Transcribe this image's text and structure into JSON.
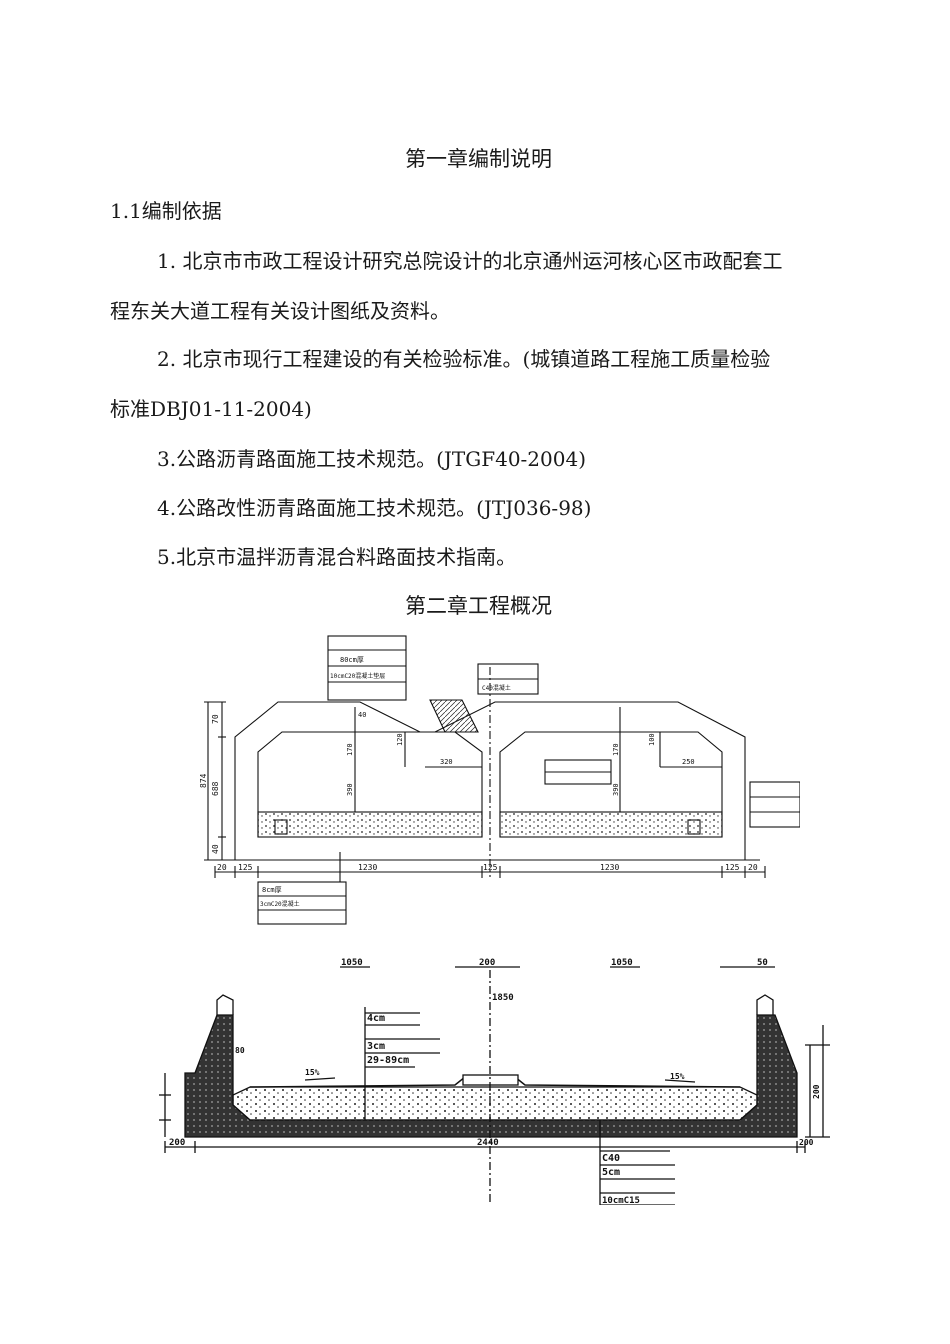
{
  "chapter1": {
    "title": "第一章编制说明",
    "section": "1.1编制依据",
    "items": [
      {
        "line1": "1. 北京市市政工程设计研究总院设计的北京通州运河核心区市政配套工",
        "line2": "程东关大道工程有关设计图纸及资料。"
      },
      {
        "line1": "2. 北京市现行工程建设的有关检验标准。(城镇道路工程施工质量检验",
        "line2": "标准DBJ01-11-2004)"
      },
      {
        "line1": "3.公路沥青路面施工技术规范。(JTGF40-2004)"
      },
      {
        "line1": "4.公路改性沥青路面施工技术规范。(JTJ036-98)"
      },
      {
        "line1": "5.北京市温拌沥青混合料路面技术指南。"
      }
    ]
  },
  "chapter2": {
    "title": "第二章工程概况"
  },
  "figure1": {
    "dim_bottom": [
      "20",
      "125",
      "1230",
      "125",
      "1230",
      "125",
      "20"
    ],
    "dim_left": [
      "874",
      "688",
      "70",
      "40"
    ],
    "dim_inner": [
      "170",
      "120",
      "390",
      "40",
      "320",
      "250",
      "100",
      "170",
      "390"
    ],
    "labels_top": [
      "80cm厚",
      "10cmC20混凝土垫层",
      "C40混凝土"
    ],
    "labels_bottom": [
      "8cm厚",
      "3cmC20混凝土"
    ]
  },
  "figure2": {
    "dim_top": [
      "1050",
      "200",
      "1050",
      "50"
    ],
    "dim_bottom": [
      "200",
      "2440",
      "200"
    ],
    "dim_side": [
      "80",
      "200",
      "15%",
      "15%"
    ],
    "labels_left": [
      "4cm",
      "3cm",
      "29-89cm"
    ],
    "labels_right": [
      "C40",
      "5cm",
      "10cmC15"
    ],
    "label_mid": "1850"
  }
}
